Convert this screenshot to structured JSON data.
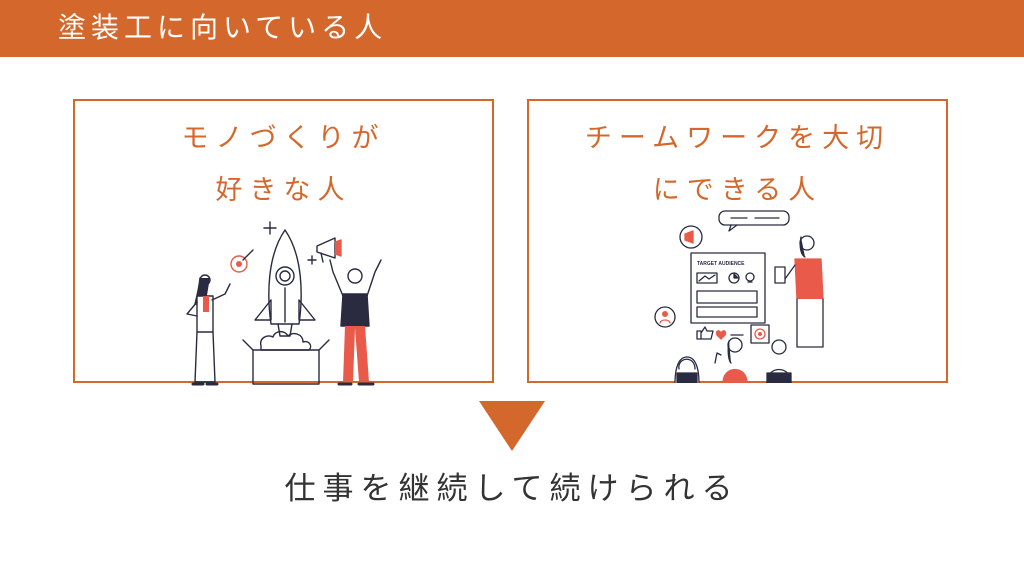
{
  "header": {
    "title": "塗装工に向いている人"
  },
  "cards": [
    {
      "line1": "モノづくりが",
      "line2": "好きな人"
    },
    {
      "line1": "チームワークを大切",
      "line2": "にできる人"
    }
  ],
  "illustration_right": {
    "board_label": "TARGET AUDIENCE"
  },
  "conclusion": "仕事を継続して続けられる",
  "colors": {
    "accent": "#d4682c",
    "text": "#333333",
    "illustration_red": "#ea5a4b",
    "line": "#2a2a40"
  },
  "icons": [
    "rocket-icon",
    "megaphone-icon",
    "target-icon",
    "sparkle-icon",
    "heart-icon",
    "thumbs-up-icon",
    "lightbulb-icon",
    "user-icon",
    "chat-bubble-icon"
  ]
}
